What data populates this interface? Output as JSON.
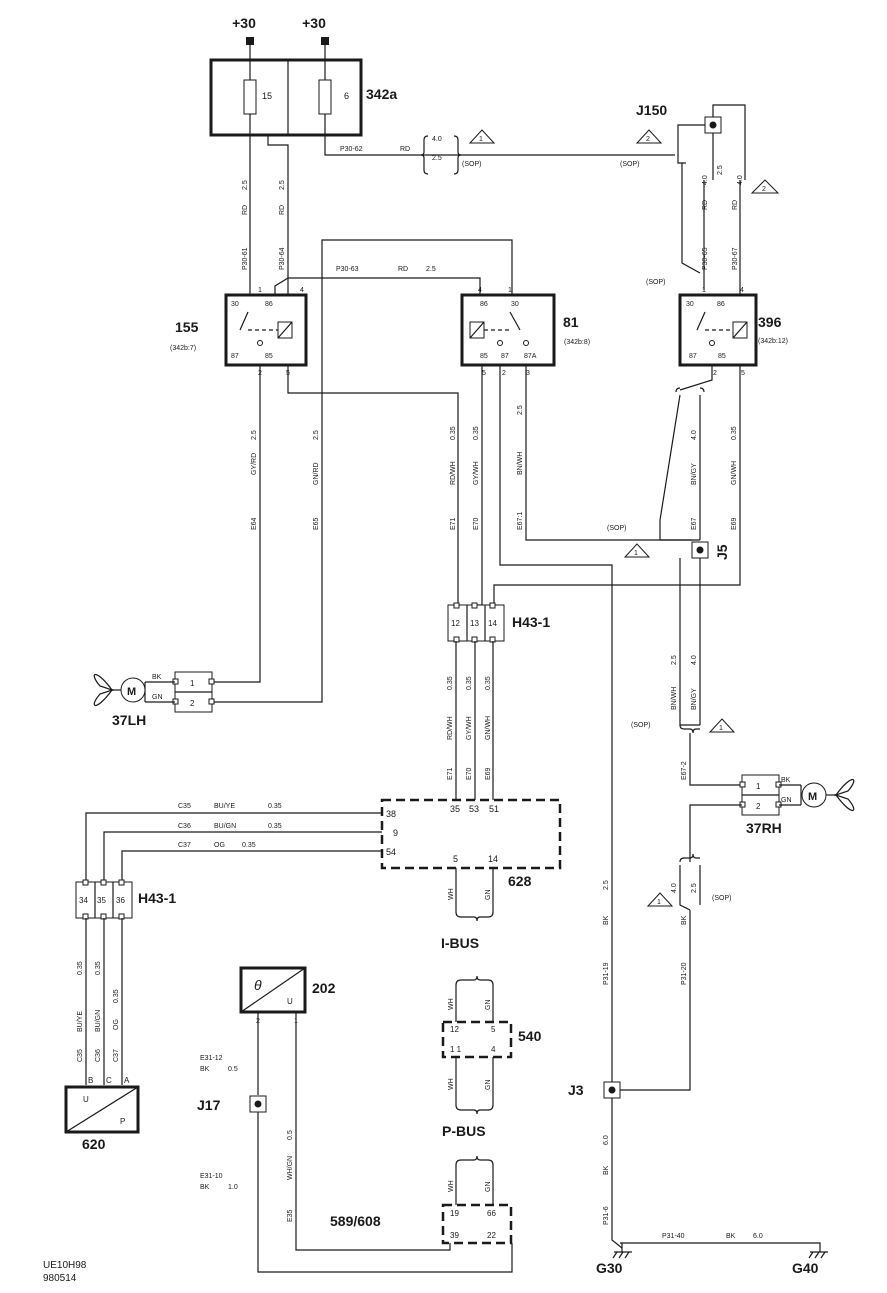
{
  "supply": [
    "+30",
    "+30"
  ],
  "fuse_box": {
    "id": "342a",
    "fuses": [
      "15",
      "6"
    ]
  },
  "junctions": {
    "j150": "J150",
    "j5": "J5",
    "j3": "J3",
    "j17": "J17"
  },
  "relays": {
    "r155": {
      "id": "155",
      "ref": "(342b:7)",
      "pins_top": [
        "30",
        "86"
      ],
      "pins_bottom": [
        "87",
        "85"
      ],
      "leads_top": [
        "1",
        "4"
      ],
      "leads_bottom": [
        "2",
        "5"
      ]
    },
    "r81": {
      "id": "81",
      "ref": "(342b:8)",
      "pins_top": [
        "86",
        "30"
      ],
      "pins_bottom": [
        "85",
        "87",
        "87A"
      ],
      "leads_top": [
        "4",
        "1"
      ],
      "leads_bottom": [
        "5",
        "2",
        "3"
      ]
    },
    "r396": {
      "id": "396",
      "ref": "(342b:12)",
      "pins_top": [
        "30",
        "86"
      ],
      "pins_bottom": [
        "87",
        "85"
      ],
      "leads_top": [
        "1",
        "4"
      ],
      "leads_bottom": [
        "2",
        "5"
      ]
    }
  },
  "connectors": {
    "h43_top": {
      "label": "H43-1",
      "pins": [
        "12",
        "13",
        "14"
      ]
    },
    "h43_left": {
      "label": "H43-1",
      "pins": [
        "34",
        "35",
        "36"
      ]
    },
    "fan_lh": {
      "pins": [
        "1",
        "2"
      ],
      "wires": [
        "BK",
        "GN"
      ],
      "label": "37LH"
    },
    "fan_rh": {
      "pins": [
        "1",
        "2"
      ],
      "wires": [
        "BK",
        "GN"
      ],
      "label": "37RH"
    }
  },
  "modules": {
    "m628": {
      "id": "628",
      "pins_left": [
        "38",
        "9",
        "54"
      ],
      "pins_top": [
        "35",
        "53",
        "51"
      ],
      "pins_bottom": [
        "5",
        "14"
      ]
    },
    "m540": {
      "id": "540",
      "pins": [
        "12",
        "5",
        "1 1",
        "4"
      ]
    },
    "m589": {
      "id": "589/608",
      "pins": [
        "19",
        "66",
        "39",
        "22"
      ]
    },
    "m202": {
      "id": "202",
      "symbol": "θ",
      "sub": "U",
      "pins": [
        "2",
        "1"
      ]
    },
    "m620": {
      "id": "620",
      "sub_u": "U",
      "sub_p": "P",
      "pins": [
        "B",
        "C",
        "A"
      ]
    }
  },
  "buses": {
    "ibus": "I-BUS",
    "pbus": "P-BUS"
  },
  "grounds": {
    "g30": "G30",
    "g40": "G40"
  },
  "wire_labels": {
    "p3062": "P30-62",
    "rd": "RD",
    "v40": "4.0",
    "v25": "2.5",
    "sop": "(SOP)",
    "p3061": "P30-61",
    "p3064": "P30-64",
    "p3063": "P30-63",
    "p3065": "P30-65",
    "p3067": "P30-67",
    "e64": "E64",
    "e65": "E65",
    "e71": "E71",
    "e70": "E70",
    "e671": "E67:1",
    "e67": "E67",
    "e69": "E69",
    "e672": "E67-2",
    "gyrd": "GY/RD",
    "gnrd": "GN/RD",
    "rdwh": "RD/WH",
    "gywh": "GY/WH",
    "bnwh": "BN/WH",
    "bngy": "BN/GY",
    "gnwh": "GN/WH",
    "v035": "0.35",
    "v05": "0.5",
    "v10": "1.0",
    "v60": "6.0",
    "c35": "C35",
    "c36": "C36",
    "c37": "C37",
    "buye": "BU/YE",
    "bugn": "BU/GN",
    "og": "OG",
    "wh": "WH",
    "gn": "GN",
    "bk": "BK",
    "p3119": "P31-19",
    "p3120": "P31-20",
    "p316": "P31-6",
    "p3140": "P31-40",
    "e3112": "E31-12",
    "e3110": "E31-10",
    "whgn": "WH/GN",
    "e35": "E35",
    "warn1": "1",
    "warn2": "2"
  },
  "footer": {
    "code": "UE10H98",
    "date": "980514"
  }
}
